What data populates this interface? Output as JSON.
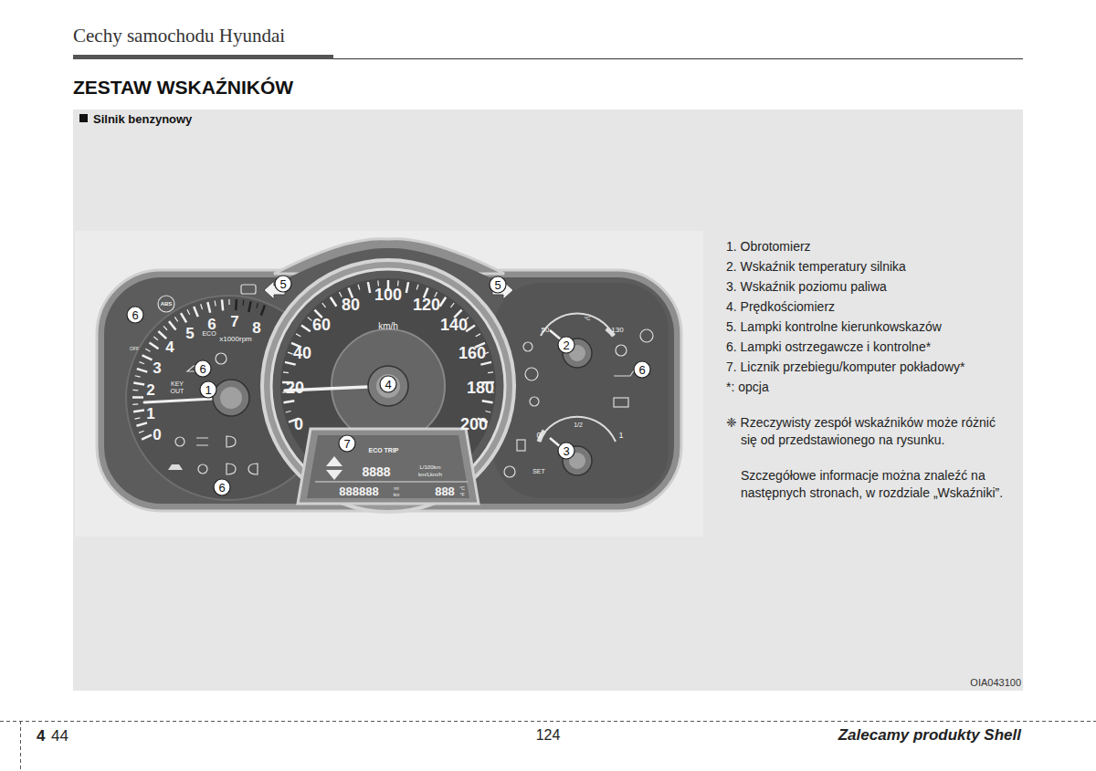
{
  "diagram": {
    "title": "ZESTAW WSKAŹNIKÓW",
    "nodes": [
      {
        "text": [
          "Silnik benzynowy"
        ]
      }
    ],
    "labels": [
      "Cechy samochodu Hyundai",
      "1. Obrotomierz",
      "2. Wskaźnik temperatury silnika",
      "3. Wskaźnik poziomu paliwa",
      "4. Prędkościomierz",
      "5. Lampki kontrolne kierunkowskazów",
      "6. Lampki ostrzegawcze i kontrolne*",
      "7. Licznik przebiegu/komputer pokładowy*",
      "*: opcja",
      "❈ Rzeczywisty zespół wskaźników może różnić się od przedstawionego na rysunku.",
      "Szczegółowe informacje można znaleźć na następnych stronach, w rozdziale „Wskaźniki”.",
      "OIA043100",
      "4",
      "44",
      "124",
      "Zalecamy produkty Shell",
      "0",
      "1",
      "2",
      "3",
      "4",
      "5",
      "6",
      "7",
      "8",
      "x1000rpm",
      "0",
      "20",
      "40",
      "60",
      "80",
      "100",
      "120",
      "140",
      "160",
      "180",
      "200",
      "km/h",
      "50",
      "130",
      "°C",
      "0",
      "1",
      "1/2",
      "ABS",
      "ECO",
      "KEY",
      "OUT",
      "SET",
      "OFF",
      "ECO TRIP",
      "8888",
      "L/100km",
      "km/Lkm/h",
      "888888",
      "mi",
      "km",
      "888",
      "°C",
      "°F",
      "5",
      "5",
      "6",
      "6",
      "1",
      "4",
      "7",
      "2",
      "6",
      "3",
      "6"
    ]
  }
}
